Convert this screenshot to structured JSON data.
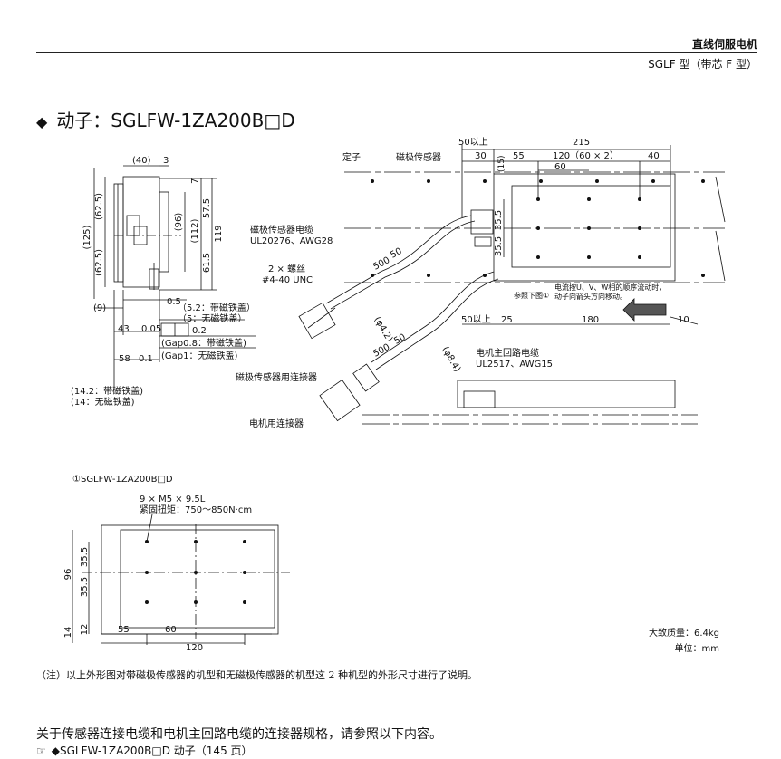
{
  "header": {
    "title": "直线伺服电机",
    "subtitle": "SGLF 型（带芯 F 型）"
  },
  "section": {
    "diamond": "◆",
    "title": "动子：SGLFW-1ZA200B□D"
  },
  "side_view": {
    "dims": {
      "d40": "(40)",
      "d3": "3",
      "d7": "7",
      "d125": "(125)",
      "d62_5a": "(62.5)",
      "d62_5b": "(62.5)",
      "d96": "(96)",
      "d112": "(112)",
      "d57_5": "57.5",
      "d119": "119",
      "d61_5": "61.5",
      "d9": "(9)",
      "d0_5": "0.5",
      "d43": "43",
      "d0_05": "0.05",
      "d0_2": "0.2",
      "d58": "58",
      "d0_1": "0.1"
    },
    "notes": {
      "n52": "（5.2：带磁铁盖）",
      "n5": "（5：无磁铁盖）",
      "gap08": "(Gap0.8：带磁铁盖)",
      "gap1": "(Gap1：无磁铁盖)",
      "n142": "(14.2：带磁铁盖)",
      "n14": "(14：无磁铁盖)"
    }
  },
  "top_view": {
    "labels": {
      "stator": "定子",
      "sensor": "磁极传感器",
      "sensor_cable": "磁极传感器电缆",
      "sensor_cable_spec": "UL20276、AWG28",
      "screw": "2 × 螺丝",
      "screw_spec": "#4-40 UNC",
      "see_fig": "参照下图①",
      "current_note1": "电流按U、V、W相的顺序流动时，",
      "current_note2": "动子向箭头方向移动。",
      "motor_cable": "电机主回路电缆",
      "motor_cable_spec": "UL2517、AWG15",
      "sensor_connector": "磁极传感器用连接器",
      "motor_connector": "电机用连接器"
    },
    "dims": {
      "d50a": "50以上",
      "d215": "215",
      "d30": "30",
      "d55": "55",
      "d120": "120（60 × 2）",
      "d40": "40",
      "d15": "(15)",
      "d60": "60",
      "d35_5a": "35.5",
      "d35_5b": "35.5",
      "d500a": "500",
      "d50b": "50",
      "d4_2": "(φ4.2)",
      "d50c": "50以上",
      "d25": "25",
      "d180": "180",
      "d10": "10",
      "d500b": "500",
      "d50d": "50",
      "d8_4": "(φ8.4)"
    }
  },
  "detail_view": {
    "title": "①SGLFW-1ZA200B□D",
    "screw": "9 × M5 × 9.5L",
    "torque": "紧固扭矩：750～850N·cm",
    "dims": {
      "d96": "96",
      "d35_5a": "35.5",
      "d35_5b": "35.5",
      "d14": "14",
      "d12": "12",
      "d55": "55",
      "d60": "60",
      "d120": "120"
    }
  },
  "mass": "大致质量：6.4kg",
  "unit": "单位：mm",
  "note": "（注）以上外形图对带磁极传感器的机型和无磁极传感器的机型这 2 种机型的外形尺寸进行了说明。",
  "reference": {
    "text": "关于传感器连接电缆和电机主回路电缆的连接器规格，请参照以下内容。",
    "hand_icon": "pointing-hand-icon",
    "link": "◆SGLFW-1ZA200B□D 动子（145 页）"
  }
}
